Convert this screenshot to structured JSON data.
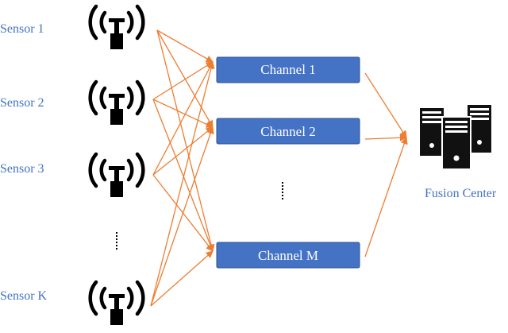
{
  "colors": {
    "sensor_label": "#4472c4",
    "channel_fill": "#4472c4",
    "channel_stroke": "#2f528f",
    "channel_text": "#ffffff",
    "arrow": "#ed7d31",
    "icon": "#000000"
  },
  "sensors": [
    {
      "label": "Sensor 1"
    },
    {
      "label": "Sensor 2"
    },
    {
      "label": "Sensor 3"
    },
    {
      "label": "Sensor K"
    }
  ],
  "channels": [
    {
      "label": "Channel 1"
    },
    {
      "label": "Channel 2"
    },
    {
      "label": "Channel M"
    }
  ],
  "fusion_center": {
    "label": "Fusion Center",
    "icon": "server-icon"
  },
  "sensor_icon": "antenna-icon",
  "ellipsis_glyph": "⋮"
}
